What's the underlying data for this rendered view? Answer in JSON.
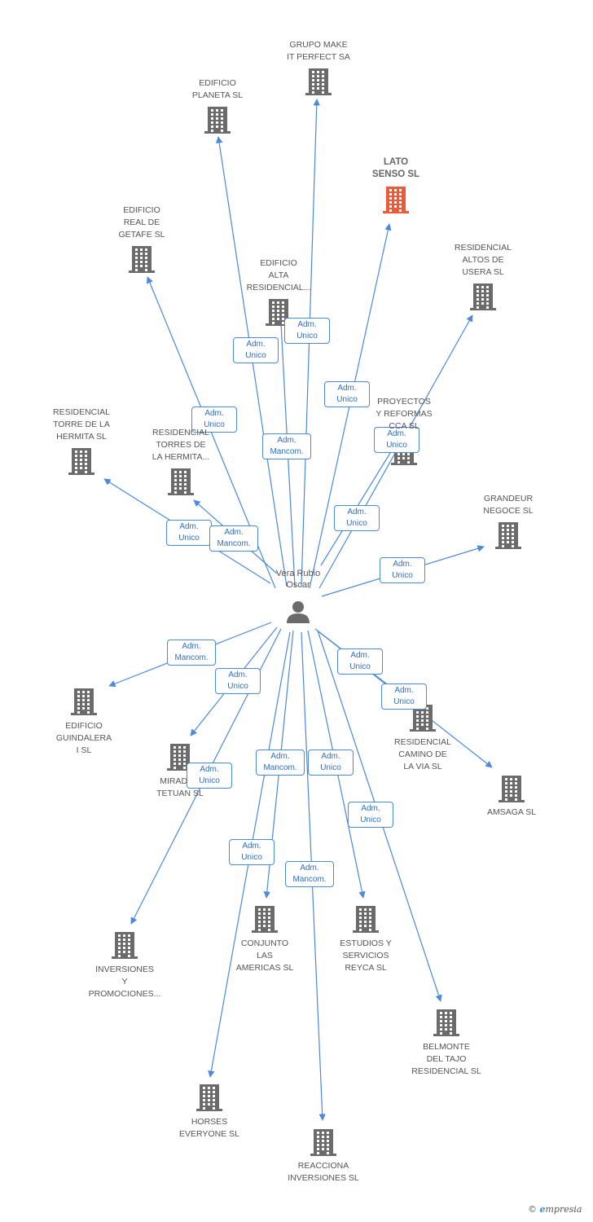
{
  "center": {
    "name": "Vera Rubio\nOscar",
    "icon": "person-icon"
  },
  "colors": {
    "edge": "#4a89dc",
    "building": "#6b6b6b",
    "building_highlight": "#ee5a36",
    "label": "#555555"
  },
  "nodes": [
    {
      "id": "grupo-make",
      "label": "GRUPO MAKE\nIT PERFECT SA",
      "role": "Adm.\nUnico",
      "icon": "building-icon"
    },
    {
      "id": "edificio-planeta",
      "label": "EDIFICIO\nPLANETA SL",
      "role": "Adm.\nUnico",
      "icon": "building-icon"
    },
    {
      "id": "lato-senso",
      "label": "LATO\nSENSO SL",
      "role": "Adm.\nUnico",
      "icon": "building-icon",
      "highlight": true
    },
    {
      "id": "edificio-real-getafe",
      "label": "EDIFICIO\nREAL DE\nGETAFE SL",
      "role": "Adm.\nUnico",
      "icon": "building-icon"
    },
    {
      "id": "residencial-altos-usera",
      "label": "RESIDENCIAL\nALTOS DE\nUSERA SL",
      "role": "Adm.\nUnico",
      "icon": "building-icon"
    },
    {
      "id": "edificio-alta-residencial",
      "label": "EDIFICIO\nALTA\nRESIDENCIAL...",
      "role": "Adm.\nMancom.",
      "icon": "building-icon"
    },
    {
      "id": "proyectos-reformas",
      "label": "PROYECTOS\nY REFORMAS\nCCA SL",
      "role": "Adm.\nUnico",
      "icon": "building-icon"
    },
    {
      "id": "residencial-torre-hermita",
      "label": "RESIDENCIAL\nTORRE DE LA\nHERMITA SL",
      "role": "Adm.\nUnico",
      "icon": "building-icon"
    },
    {
      "id": "residencial-torres-hermita",
      "label": "RESIDENCIAL\nTORRES DE\nLA HERMITA...",
      "role": "Adm.\nMancom.",
      "icon": "building-icon"
    },
    {
      "id": "grandeur-negoce",
      "label": "GRANDEUR\nNEGOCE SL",
      "role": "Adm.\nUnico",
      "icon": "building-icon"
    },
    {
      "id": "edificio-guindalera",
      "label": "EDIFICIO\nGUINDALERA\nI SL",
      "role": "Adm.\nMancom.",
      "icon": "building-icon"
    },
    {
      "id": "mirador-tetuan",
      "label": "MIRADOR\nTETUAN SL",
      "role": "Adm.\nUnico",
      "icon": "building-icon"
    },
    {
      "id": "residencial-camino-via",
      "label": "RESIDENCIAL\nCAMINO DE\nLA VIA SL",
      "role": "Adm.\nUnico",
      "icon": "building-icon"
    },
    {
      "id": "amsaga",
      "label": "AMSAGA SL",
      "role": "Adm.\nUnico",
      "icon": "building-icon"
    },
    {
      "id": "inversiones-promociones",
      "label": "INVERSIONES\nY\nPROMOCIONES...",
      "role": "Adm.\nUnico",
      "icon": "building-icon"
    },
    {
      "id": "conjunto-americas",
      "label": "CONJUNTO\nLAS\nAMERICAS SL",
      "role": "Adm.\nMancom.",
      "icon": "building-icon"
    },
    {
      "id": "estudios-reyca",
      "label": "ESTUDIOS Y\nSERVICIOS\nREYCA SL",
      "role": "Adm.\nUnico",
      "icon": "building-icon"
    },
    {
      "id": "belmonte-tajo",
      "label": "BELMONTE\nDEL TAJO\nRESIDENCIAL SL",
      "role": "Adm.\nUnico",
      "icon": "building-icon"
    },
    {
      "id": "horses-everyone",
      "label": "HORSES\nEVERYONE SL",
      "role": "Adm.\nUnico",
      "icon": "building-icon"
    },
    {
      "id": "reacciona-inversiones",
      "label": "REACCIONA\nINVERSIONES SL",
      "role": "Adm.\nMancom.",
      "icon": "building-icon"
    }
  ],
  "brand": {
    "copyright": "©",
    "logo_initial": "e",
    "logo_rest": "mpresia"
  }
}
